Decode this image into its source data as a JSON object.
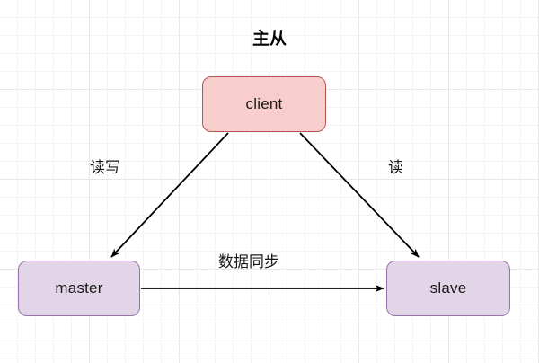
{
  "diagram": {
    "title": "主从",
    "nodes": [
      {
        "id": "client",
        "label": "client",
        "fill": "#f8cecc",
        "stroke": "#b85450"
      },
      {
        "id": "master",
        "label": "master",
        "fill": "#e1d5e7",
        "stroke": "#9673a6"
      },
      {
        "id": "slave",
        "label": "slave",
        "fill": "#e1d5e7",
        "stroke": "#9673a6"
      }
    ],
    "edges": [
      {
        "id": "client-master",
        "from": "client",
        "to": "master",
        "label": "读写"
      },
      {
        "id": "client-slave",
        "from": "client",
        "to": "slave",
        "label": "读"
      },
      {
        "id": "master-slave",
        "from": "master",
        "to": "slave",
        "label": "数据同步"
      }
    ],
    "colors": {
      "edge": "#000000",
      "grid_minor": "#f4f4f4",
      "grid_major": "#e8e8e8",
      "background": "#ffffff",
      "text": "#1a1a1a"
    }
  }
}
